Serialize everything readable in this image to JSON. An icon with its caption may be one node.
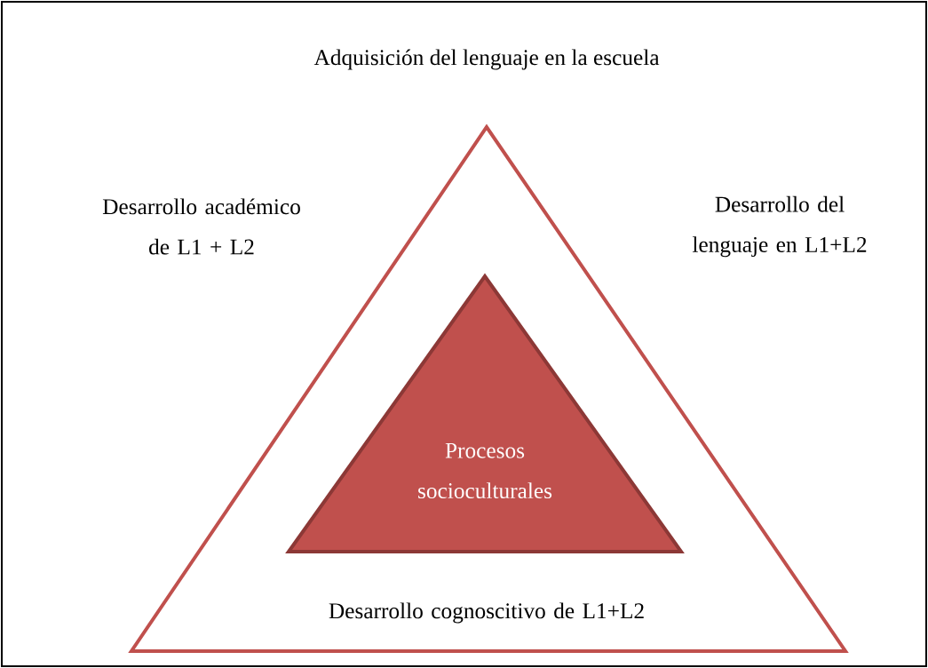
{
  "diagram": {
    "title": "Adquisición del lenguaje en la escuela",
    "nodes": [
      {
        "text": [
          "Desarrollo cognoscitivo de L1+L2"
        ],
        "beside": [
          "Desarrollo académico de L1 + L2",
          "Desarrollo del lenguaje en L1+L2"
        ]
      },
      {
        "text": [
          "Procesos socioculturales"
        ],
        "in": 0
      }
    ]
  }
}
